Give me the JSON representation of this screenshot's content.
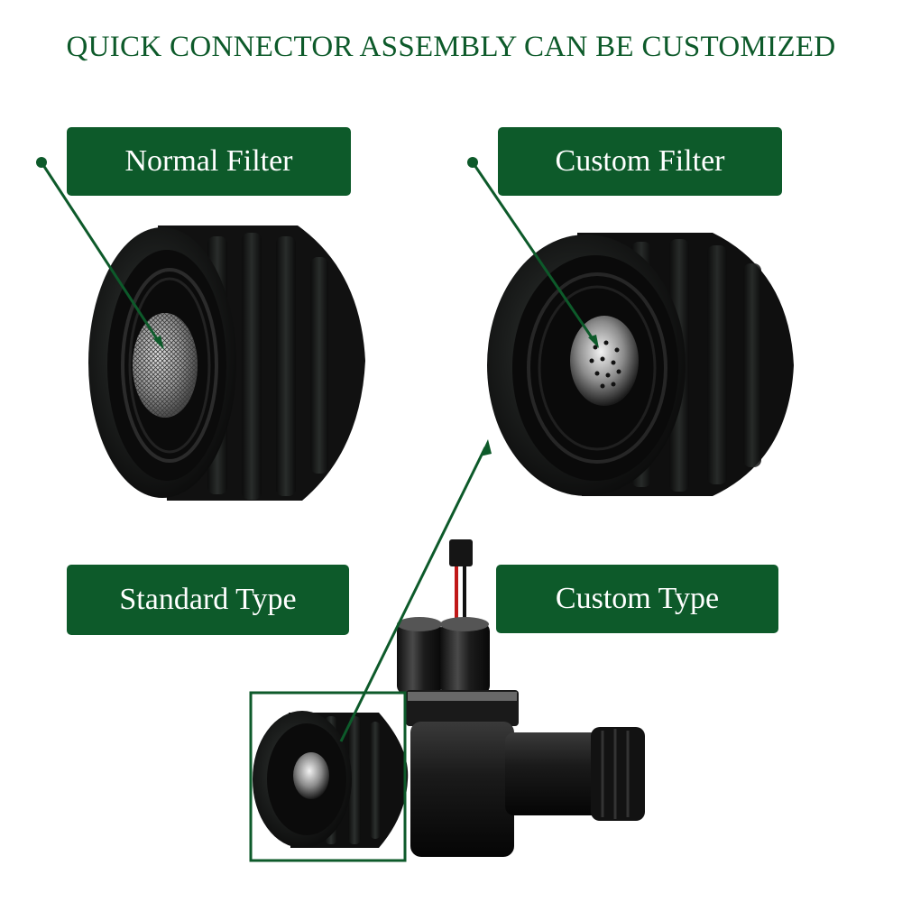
{
  "headline": "QUICK CONNECTOR ASSEMBLY CAN BE CUSTOMIZED",
  "labels": {
    "normal_filter": "Normal Filter",
    "custom_filter": "Custom Filter",
    "standard_type": "Standard Type",
    "custom_type": "Custom Type"
  },
  "colors": {
    "brand_green": "#0d5a2a",
    "background": "#ffffff",
    "part_black": "#151515"
  },
  "icons": [
    "normal-filter-cap",
    "custom-filter-cap",
    "solenoid-valve-assembly"
  ]
}
